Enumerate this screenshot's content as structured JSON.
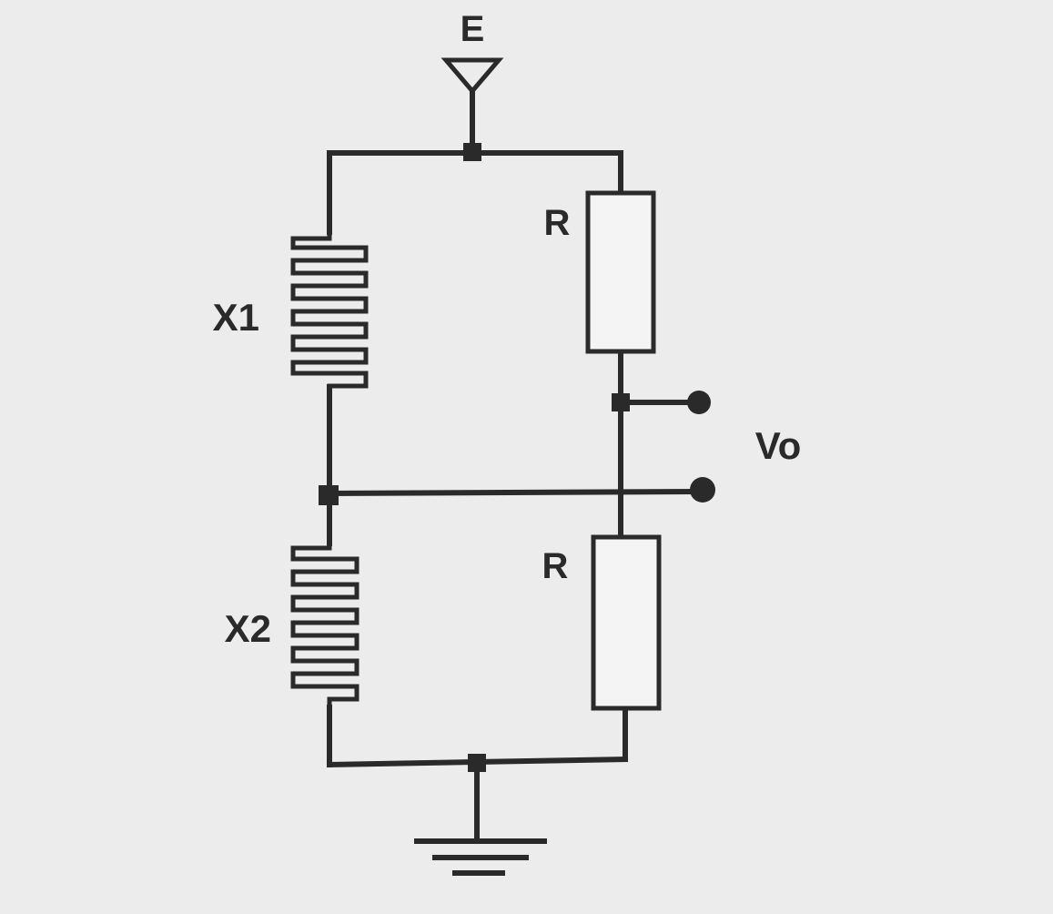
{
  "labels": {
    "supply": "E",
    "x1": "X1",
    "x2": "X2",
    "r_top": "R",
    "r_bottom": "R",
    "output": "Vo"
  },
  "colors": {
    "ink": "#2a2a2a",
    "paper": "#ececec"
  }
}
